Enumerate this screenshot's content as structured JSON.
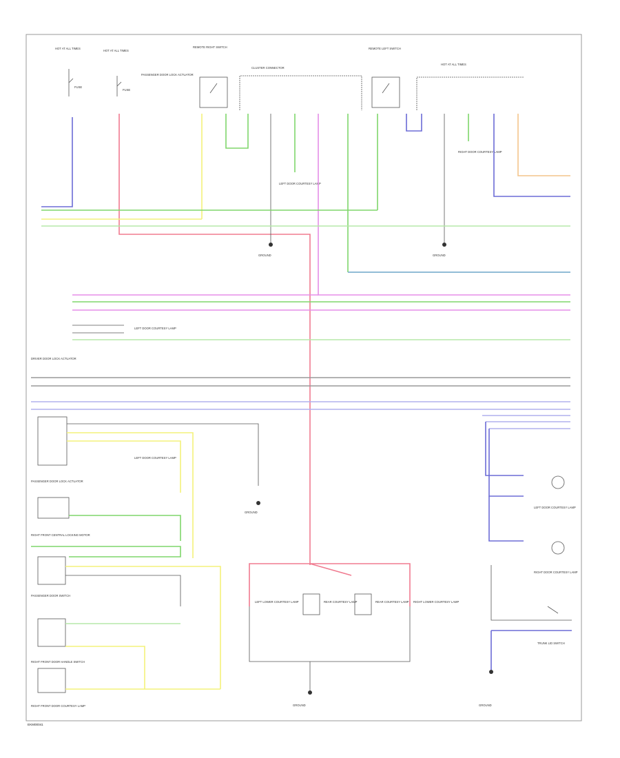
{
  "colors": {
    "red": "#f07a8f",
    "yellow": "#f4f27a",
    "green": "#7fd66a",
    "blue": "#6b6bd6",
    "pink": "#e58ee8",
    "orange": "#f3c48a",
    "teal": "#6ba6c9",
    "gray": "#888888",
    "black": "#333333"
  },
  "labels": {
    "remote_right_switch": "REMOTE RIGHT SWITCH",
    "remote_left_switch": "REMOTE LEFT SWITCH",
    "cluster_connector": "CLUSTER CONNECTOR",
    "passenger_door_lock_actuator": "PASSENGER DOOR LOCK ACTUATOR",
    "driver_door_lock_actuator": "DRIVER DOOR LOCK ACTUATOR",
    "right_front_central_locking_motor": "RIGHT FRONT CENTRAL LOCKING MOTOR",
    "passenger_door_switch": "PASSENGER DOOR SWITCH",
    "right_front_door_handle_switch": "RIGHT FRONT DOOR HANDLE SWITCH",
    "right_front_door_courtesy_lamp": "RIGHT FRONT DOOR COURTESY LAMP",
    "left_door_courtesy_lamp": "LEFT DOOR COURTESY LAMP",
    "rear_courtesy_lamp_left": "REAR COURTESY LAMP",
    "rear_courtesy_lamp_right": "REAR COURTESY LAMP",
    "right_door_courtesy_lamp": "RIGHT DOOR COURTESY LAMP",
    "left_lower_courtesy_lamp": "LEFT LOWER COURTESY LAMP",
    "right_lower_courtesy_lamp": "RIGHT LOWER COURTESY LAMP",
    "trunk_lid_switch": "TRUNK LID SWITCH",
    "ground_g1": "GROUND",
    "ground_g2": "GROUND",
    "ground_g3": "GROUND",
    "ground_g4": "GROUND",
    "ground_g5": "GROUND",
    "hot_at_all_times": "HOT AT ALL TIMES",
    "fuse": "FUSE",
    "footer_code": "EKM00041"
  }
}
